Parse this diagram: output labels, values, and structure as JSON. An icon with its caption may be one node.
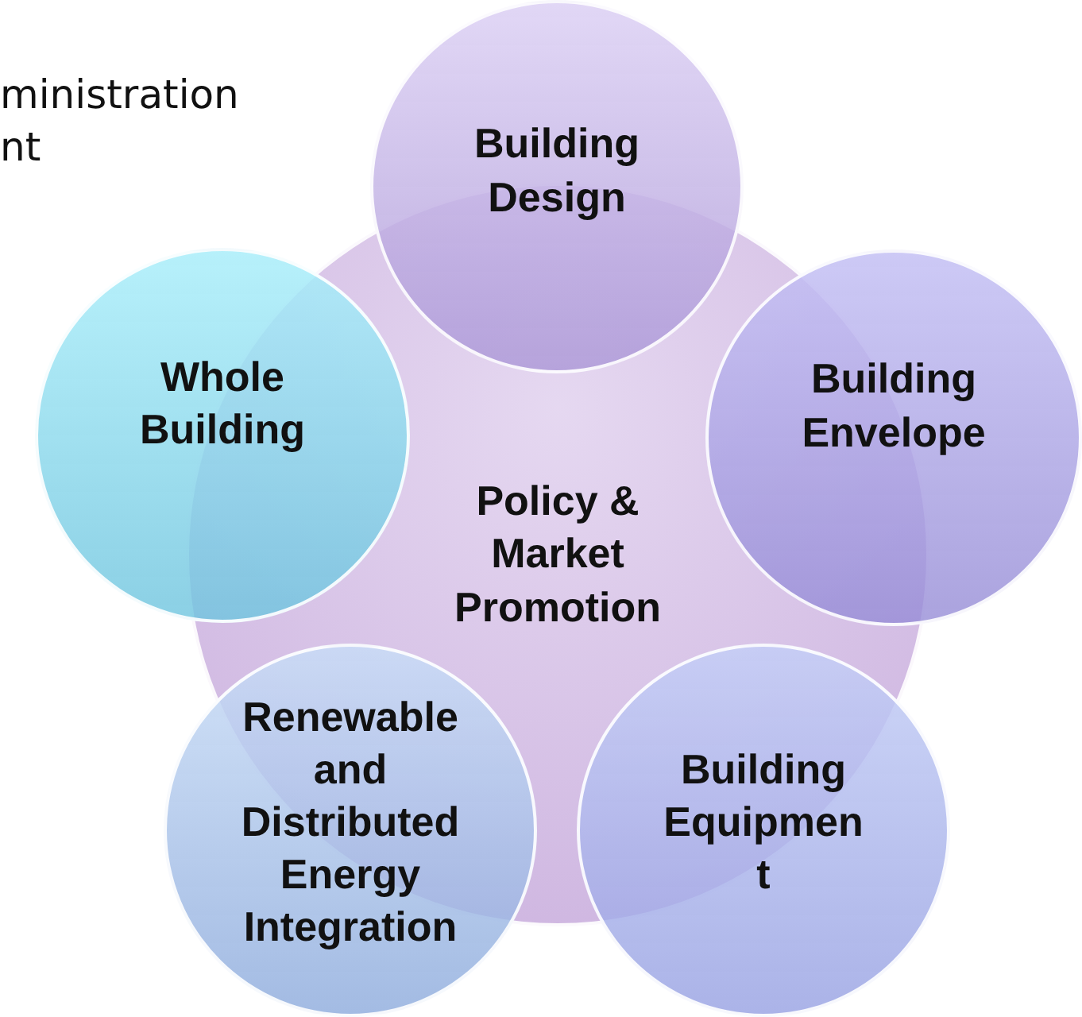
{
  "diagram": {
    "nodes": [
      {
        "text": [
          "Policy & Market Promotion"
        ]
      },
      {
        "text": [
          "Building Design"
        ]
      },
      {
        "text": [
          "Whole Building"
        ]
      },
      {
        "text": [
          "Building Envelope"
        ]
      },
      {
        "text": [
          "Renewable and Distributed Energy Integration"
        ]
      },
      {
        "text": [
          "Building Equipment"
        ]
      }
    ],
    "labels": [
      "ministration nt"
    ]
  }
}
